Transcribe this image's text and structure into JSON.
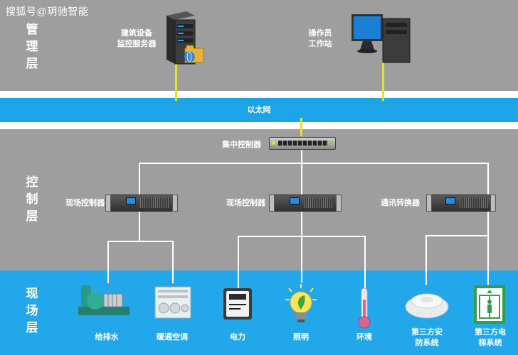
{
  "watermark": "搜狐号@玥驰智能",
  "layers": {
    "management": [
      "管",
      "理",
      "层"
    ],
    "control": [
      "控",
      "制",
      "层"
    ],
    "field": [
      "现",
      "场",
      "层"
    ]
  },
  "management": {
    "server_label_line1": "建筑设备",
    "server_label_line2": "监控服务器",
    "workstation_label_line1": "操作员",
    "workstation_label_line2": "工作站"
  },
  "network": {
    "ethernet_label": "以太网"
  },
  "control": {
    "central_label": "集中控制器",
    "controller_1_label": "现场控制器",
    "controller_2_label": "现场控制器",
    "converter_label": "通讯转换器"
  },
  "field": {
    "devices": [
      {
        "label": "给排水"
      },
      {
        "label": "暖通空调"
      },
      {
        "label": "电力"
      },
      {
        "label": "照明"
      },
      {
        "label": "环境"
      },
      {
        "label_line1": "第三方安",
        "label_line2": "防系统"
      },
      {
        "label_line1": "第三方电",
        "label_line2": "梯系统"
      }
    ]
  },
  "colors": {
    "background": "#9e9e9e",
    "network_band": "#1fa3e8",
    "field_band": "#22a7ea",
    "link_line": "#e6e22b",
    "bus_line": "#ffffff"
  },
  "icons": [
    "server-icon",
    "workstation-icon",
    "hub-icon",
    "rack-controller-icon",
    "pump-icon",
    "hvac-icon",
    "meter-icon",
    "bulb-icon",
    "thermometer-icon",
    "smoke-detector-icon",
    "elevator-icon"
  ]
}
